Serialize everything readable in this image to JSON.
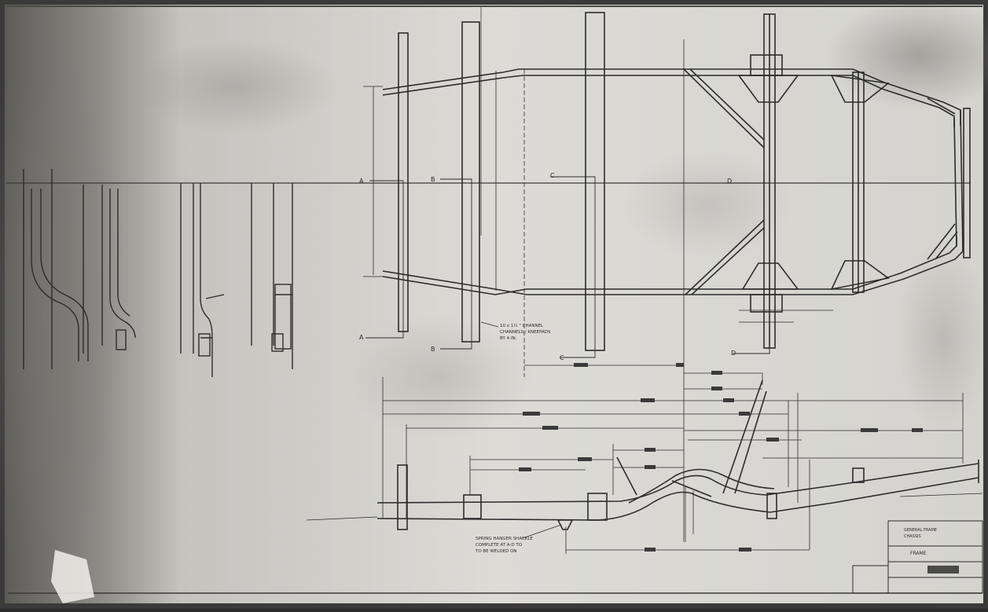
{
  "colors": {
    "paper": "#d9d8d3",
    "paper_dark": "#6d6c68",
    "ink": "#2c2c2c"
  },
  "plan_view": {
    "section_markers": [
      "A",
      "B",
      "C",
      "D",
      "A",
      "B",
      "C",
      "D"
    ],
    "crossmember_note_lines": [
      "10 x 1½ \" CHANNEL",
      "CHANNELS / KNEEPADS",
      "BY 4 IN."
    ]
  },
  "side_view": {
    "spring_note_lines": [
      "SPRING HANGER SHACKLE",
      "COMPLETE AT A-D TO",
      "TO BE WELDED ON"
    ]
  },
  "title_block": {
    "lines": [
      "GENERAL FRAME",
      "CHASSIS",
      "FRAME"
    ]
  }
}
